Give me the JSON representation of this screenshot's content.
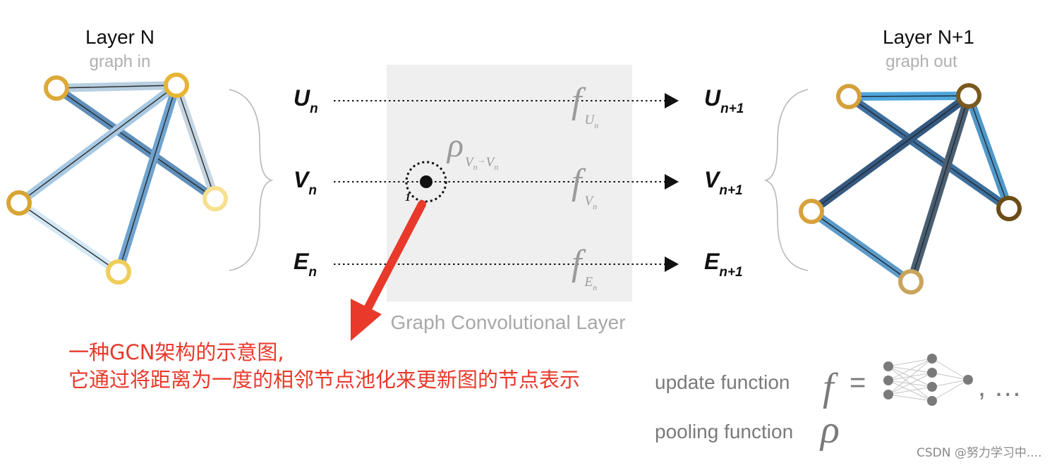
{
  "left_graph": {
    "title": "Layer N",
    "subtitle": "graph in"
  },
  "right_graph": {
    "title": "Layer N+1",
    "subtitle": "graph out"
  },
  "rows": [
    {
      "in_main": "U",
      "in_sub": "n",
      "out_main": "U",
      "out_sub": "n+1",
      "fn_sub": "U",
      "fn_subsub": "n"
    },
    {
      "in_main": "V",
      "in_sub": "n",
      "out_main": "V",
      "out_sub": "n+1",
      "fn_sub": "V",
      "fn_subsub": "n"
    },
    {
      "in_main": "E",
      "in_sub": "n",
      "out_main": "E",
      "out_sub": "n+1",
      "fn_sub": "E",
      "fn_subsub": "n"
    }
  ],
  "function_symbol": "f",
  "pooling": {
    "symbol": "ρ",
    "sub_from": "V",
    "sub_from_sub": "n",
    "arrow": "→",
    "sub_to": "V",
    "sub_to_sub": "n",
    "degree_label": "1"
  },
  "layer_label": "Graph Convolutional Layer",
  "legend": {
    "update_label": "update function",
    "update_symbol": "f",
    "equals": "=",
    "ellipsis": ", …",
    "pooling_label": "pooling function",
    "pooling_symbol": "ρ"
  },
  "annotation": {
    "line1": "一种GCN架构的示意图,",
    "line2": "它通过将距离为一度的相邻节点池化来更新图的节点表示"
  },
  "watermark": "CSDN @努力学习中....",
  "colors": {
    "annotation": "#e8392a",
    "node_gold": "#dca93a",
    "node_light": "#f5d873",
    "node_dark": "#7a5a1e",
    "edge_light_blue": "#a8c8e2",
    "edge_blue": "#6fa3cf",
    "edge_dark_blue": "#3f6f99",
    "edge_slate": "#4a5e70",
    "box_fill": "#efefef"
  }
}
